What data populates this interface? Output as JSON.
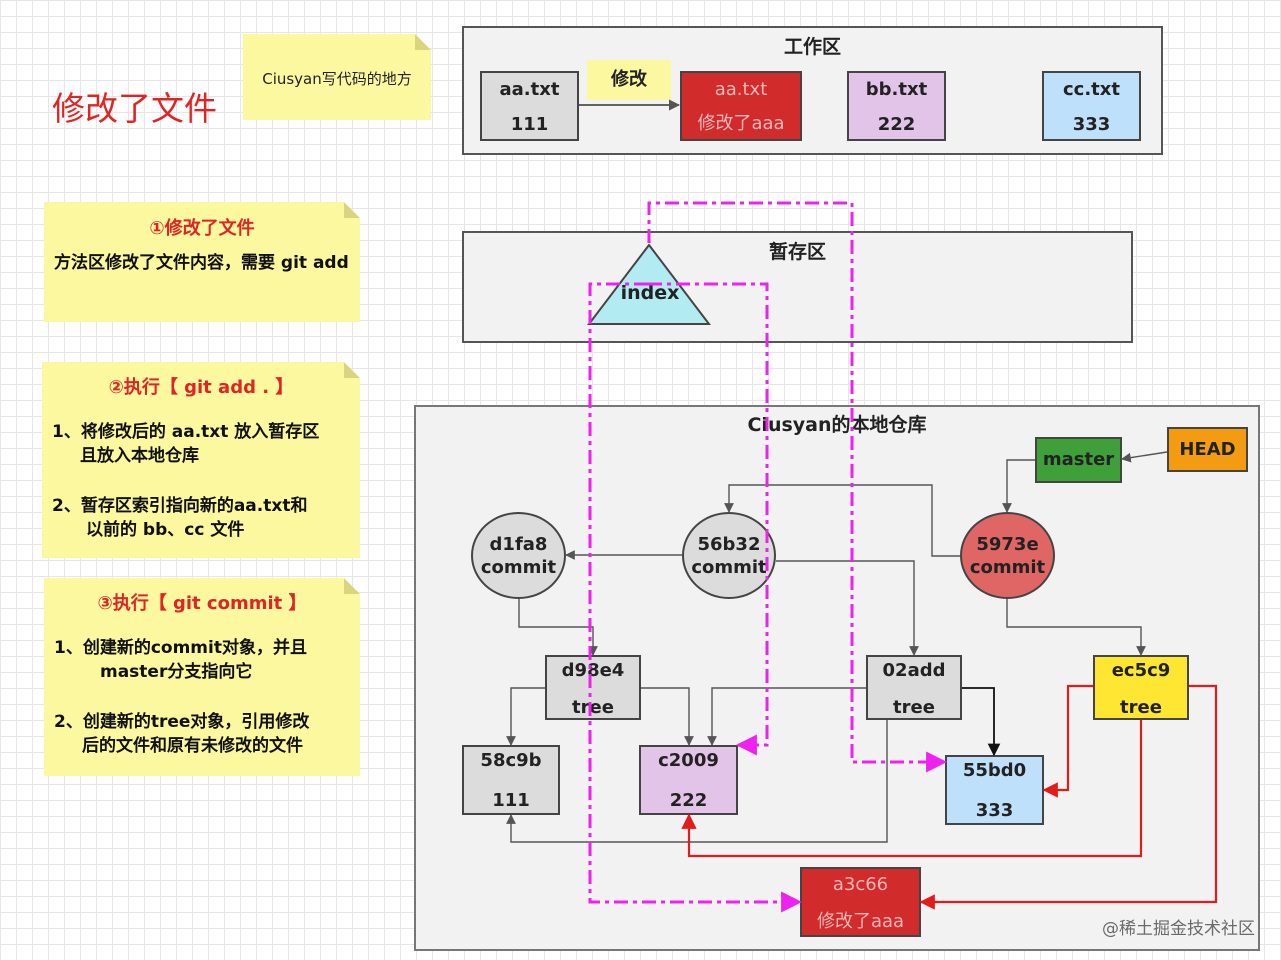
{
  "title": "修改了文件",
  "notes": {
    "workspace_note": "Ciusyan写代码的地方",
    "step1": {
      "heading": "①修改了文件",
      "lines": [
        "方法区修改了文件内容，需要 git add"
      ]
    },
    "step2": {
      "heading": "②执行【 git add . 】",
      "lines": [
        "1、将修改后的 aa.txt 放入暂存区",
        "且放入本地仓库",
        "2、暂存区索引指向新的aa.txt和",
        "以前的 bb、cc 文件"
      ]
    },
    "step3": {
      "heading": "③执行【 git commit 】",
      "lines": [
        "1、创建新的commit对象，并且",
        "master分支指向它",
        "2、创建新的tree对象，引用修改",
        "后的文件和原有未修改的文件"
      ]
    }
  },
  "workspace": {
    "label": "工作区",
    "modify_label": "修改",
    "files": [
      {
        "name": "aa.txt",
        "content": "111",
        "color": "#dcdcdc"
      },
      {
        "name": "aa.txt",
        "content": "修改了aaa",
        "color": "#d22b2b"
      },
      {
        "name": "bb.txt",
        "content": "222",
        "color": "#e2c4e8"
      },
      {
        "name": "cc.txt",
        "content": "333",
        "color": "#bfe0fb"
      }
    ]
  },
  "staging": {
    "label": "暂存区",
    "index_label": "index",
    "index_color": "#b2ecf2"
  },
  "repo": {
    "label": "Ciusyan的本地仓库",
    "master": {
      "label": "master",
      "color": "#3fa03a"
    },
    "head": {
      "label": "HEAD",
      "color": "#f39c12"
    },
    "commits": [
      {
        "hash": "d1fa8",
        "type": "commit",
        "color": "#dcdcdc"
      },
      {
        "hash": "56b32",
        "type": "commit",
        "color": "#dcdcdc"
      },
      {
        "hash": "5973e",
        "type": "commit",
        "color": "#e06666"
      }
    ],
    "trees": [
      {
        "hash": "d98e4",
        "type": "tree",
        "color": "#dcdcdc"
      },
      {
        "hash": "02add",
        "type": "tree",
        "color": "#dcdcdc"
      },
      {
        "hash": "ec5c9",
        "type": "tree",
        "color": "#ffe632"
      }
    ],
    "blobs": [
      {
        "hash": "58c9b",
        "content": "111",
        "color": "#dcdcdc"
      },
      {
        "hash": "c2009",
        "content": "222",
        "color": "#e2c4e8"
      },
      {
        "hash": "55bd0",
        "content": "333",
        "color": "#bfe0fb"
      },
      {
        "hash": "a3c66",
        "content": "修改了aaa",
        "color": "#d22b2b"
      }
    ]
  },
  "colors": {
    "pointer_dashed": "#ee22ee",
    "new_ref": "#e31b1b",
    "ref": "#555555"
  },
  "watermark": "@稀土掘金技术社区"
}
